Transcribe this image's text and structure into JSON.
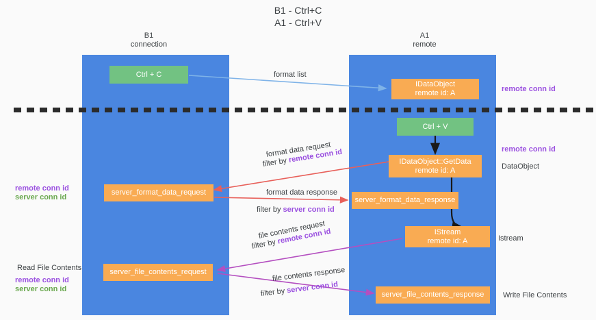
{
  "title": {
    "line1": "B1 - Ctrl+C",
    "line2": "A1 - Ctrl+V"
  },
  "columns": [
    {
      "name": "B1",
      "role": "connection"
    },
    {
      "name": "A1",
      "role": "remote"
    }
  ],
  "nodes": {
    "ctrl_c": {
      "line1": "Ctrl + C",
      "line2": ""
    },
    "idataobject": {
      "line1": "IDataObject",
      "line2": "remote id: A"
    },
    "ctrl_v": {
      "line1": "Ctrl + V",
      "line2": ""
    },
    "getdata": {
      "line1": "IDataObject::GetData",
      "line2": "remote id: A"
    },
    "fmt_req": {
      "line1": "server_format_data_request",
      "line2": ""
    },
    "fmt_resp": {
      "line1": "server_format_data_response",
      "line2": ""
    },
    "istream": {
      "line1": "IStream",
      "line2": "remote id: A"
    },
    "file_req": {
      "line1": "server_file_contents_request",
      "line2": ""
    },
    "file_resp": {
      "line1": "server_file_contents_response",
      "line2": ""
    }
  },
  "edge_labels": {
    "format_list": "format list",
    "format_data_request": "format data request",
    "format_data_response": "format data response",
    "file_contents_request": "file contents request",
    "file_contents_response": "file contents response",
    "filter_by": "filter by",
    "remote_conn_id": "remote conn id",
    "server_conn_id": "server conn id"
  },
  "side_labels": {
    "right_remote_conn_id_top": "remote conn id",
    "right_remote_conn_id_mid": "remote conn id",
    "right_dataobject": "DataObject",
    "right_istream": "Istream",
    "right_write_file_contents": "Write File Contents",
    "left_remote_conn_id": "remote conn id",
    "left_server_conn_id": "server conn id",
    "left_read_file_contents": "Read File Contents",
    "left_remote_conn_id_2": "remote conn id",
    "left_server_conn_id_2": "server conn id"
  },
  "colors": {
    "lane": "#4a86e0",
    "green_node": "#72c282",
    "orange_node": "#f9ab53",
    "purple_text": "#9b51e0",
    "green_text": "#6aa84f",
    "arrow_blue": "#7fb3e8",
    "arrow_red": "#e8605a",
    "arrow_magenta": "#b44fc0",
    "arrow_black": "#1a1a1a",
    "background": "#fafafa",
    "text": "#3c4043"
  }
}
